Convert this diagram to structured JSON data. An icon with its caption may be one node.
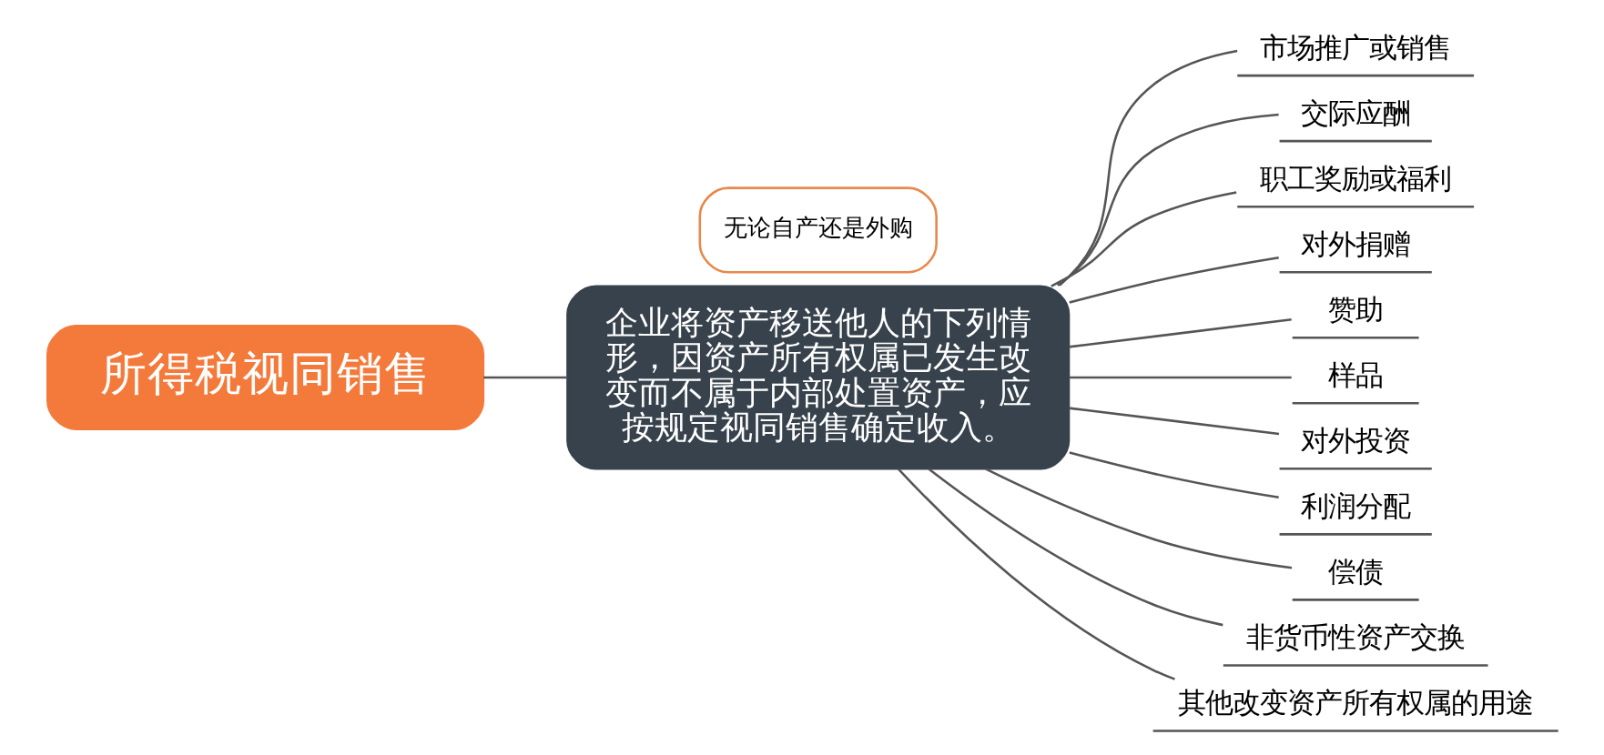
{
  "diagram": {
    "nodes": [
      {
        "text": [
          "所得税视同销售"
        ]
      },
      {
        "text": [
          "企业将资产移送他人的下列情形，因资产所有权属已发生改变而不属于内部处置资产，应按规定视同销售确定收入。"
        ]
      },
      {
        "text": [
          "无论自产还是外购"
        ]
      },
      {
        "text": [
          "市场推广或销售"
        ]
      },
      {
        "text": [
          "交际应酬"
        ]
      },
      {
        "text": [
          "职工奖励或福利"
        ]
      },
      {
        "text": [
          "对外捐赠"
        ]
      },
      {
        "text": [
          "赞助"
        ]
      },
      {
        "text": [
          "样品"
        ]
      },
      {
        "text": [
          "对外投资"
        ]
      },
      {
        "text": [
          "利润分配"
        ]
      },
      {
        "text": [
          "偿债"
        ]
      },
      {
        "text": [
          "非货币性资产交换"
        ]
      },
      {
        "text": [
          "其他改变资产所有权属的用途"
        ]
      }
    ],
    "edges": [
      {
        "from": 0,
        "to": 1,
        "arrow": "none"
      },
      {
        "from": 1,
        "to": 3,
        "arrow": "none"
      },
      {
        "from": 1,
        "to": 4,
        "arrow": "none"
      },
      {
        "from": 1,
        "to": 5,
        "arrow": "none"
      },
      {
        "from": 1,
        "to": 6,
        "arrow": "none"
      },
      {
        "from": 1,
        "to": 7,
        "arrow": "none"
      },
      {
        "from": 1,
        "to": 8,
        "arrow": "none"
      },
      {
        "from": 1,
        "to": 9,
        "arrow": "none"
      },
      {
        "from": 1,
        "to": 10,
        "arrow": "none"
      },
      {
        "from": 1,
        "to": 11,
        "arrow": "none"
      },
      {
        "from": 1,
        "to": 12,
        "arrow": "none"
      },
      {
        "from": 1,
        "to": 13,
        "arrow": "none"
      }
    ]
  }
}
